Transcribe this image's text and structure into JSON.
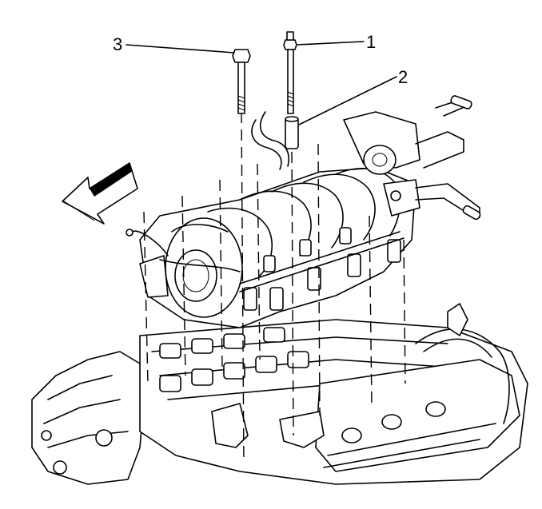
{
  "callouts": {
    "label_1": "1",
    "label_2": "2",
    "label_3": "3"
  },
  "colors": {
    "ink": "#000000",
    "paper": "#ffffff"
  },
  "icons": {
    "front_direction": "arrow-left-icon"
  }
}
